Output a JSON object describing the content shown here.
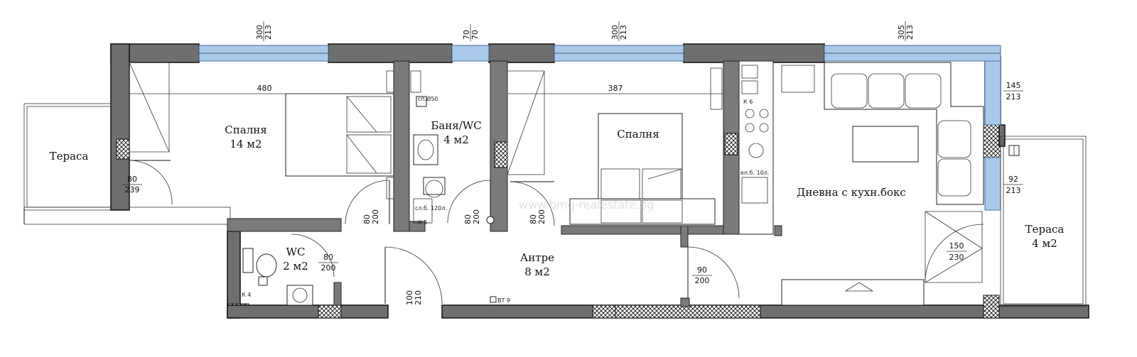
{
  "rooms": {
    "terrace_left": {
      "name": "Тераса"
    },
    "bedroom_1": {
      "name": "Спалня",
      "area": "14 м2"
    },
    "bathroom": {
      "name": "Баня/WC",
      "area": "4 м2"
    },
    "bedroom_2": {
      "name": "Спалня"
    },
    "living": {
      "name": "Дневна с кухн.бокс"
    },
    "terrace_right": {
      "name": "Тераса",
      "area": "4 м2"
    },
    "wc": {
      "name": "WC",
      "area": "2 м2"
    },
    "hall": {
      "name": "Антре",
      "area": "8 м2"
    }
  },
  "window_dims": [
    {
      "w": "300",
      "h": "213"
    },
    {
      "w": "70",
      "h": "70"
    },
    {
      "w": "300",
      "h": "213"
    },
    {
      "w": "305",
      "h": "213"
    }
  ],
  "side_dims": {
    "right_upper": {
      "w": "145",
      "h": "213"
    },
    "right_lower": {
      "w": "92",
      "h": "213"
    },
    "terrace_door": {
      "w": "150",
      "h": "230"
    }
  },
  "spans": {
    "bedroom_1": "480",
    "bedroom_2": "387"
  },
  "door_dims": {
    "bed1_terrace": {
      "w": "80",
      "h": "239"
    },
    "bed1": {
      "w": "80",
      "h": "200"
    },
    "bath": {
      "w": "80",
      "h": "200"
    },
    "bed2": {
      "w": "80",
      "h": "200"
    },
    "wc": {
      "w": "80",
      "h": "200"
    },
    "entrance": {
      "w": "100",
      "h": "210"
    },
    "living": {
      "w": "90",
      "h": "200"
    }
  },
  "fixture_labels": {
    "boiler_bath": "сл.б. 120л.",
    "boiler_kitchen": "ел.б. 10л.",
    "k_bath": "К 5",
    "k_kitchen": "К 6",
    "k_wc": "К 4",
    "bt": "ВТ 9",
    "pipe": "сп.Ø50"
  },
  "watermark": "www.bmg-realestate.bg"
}
